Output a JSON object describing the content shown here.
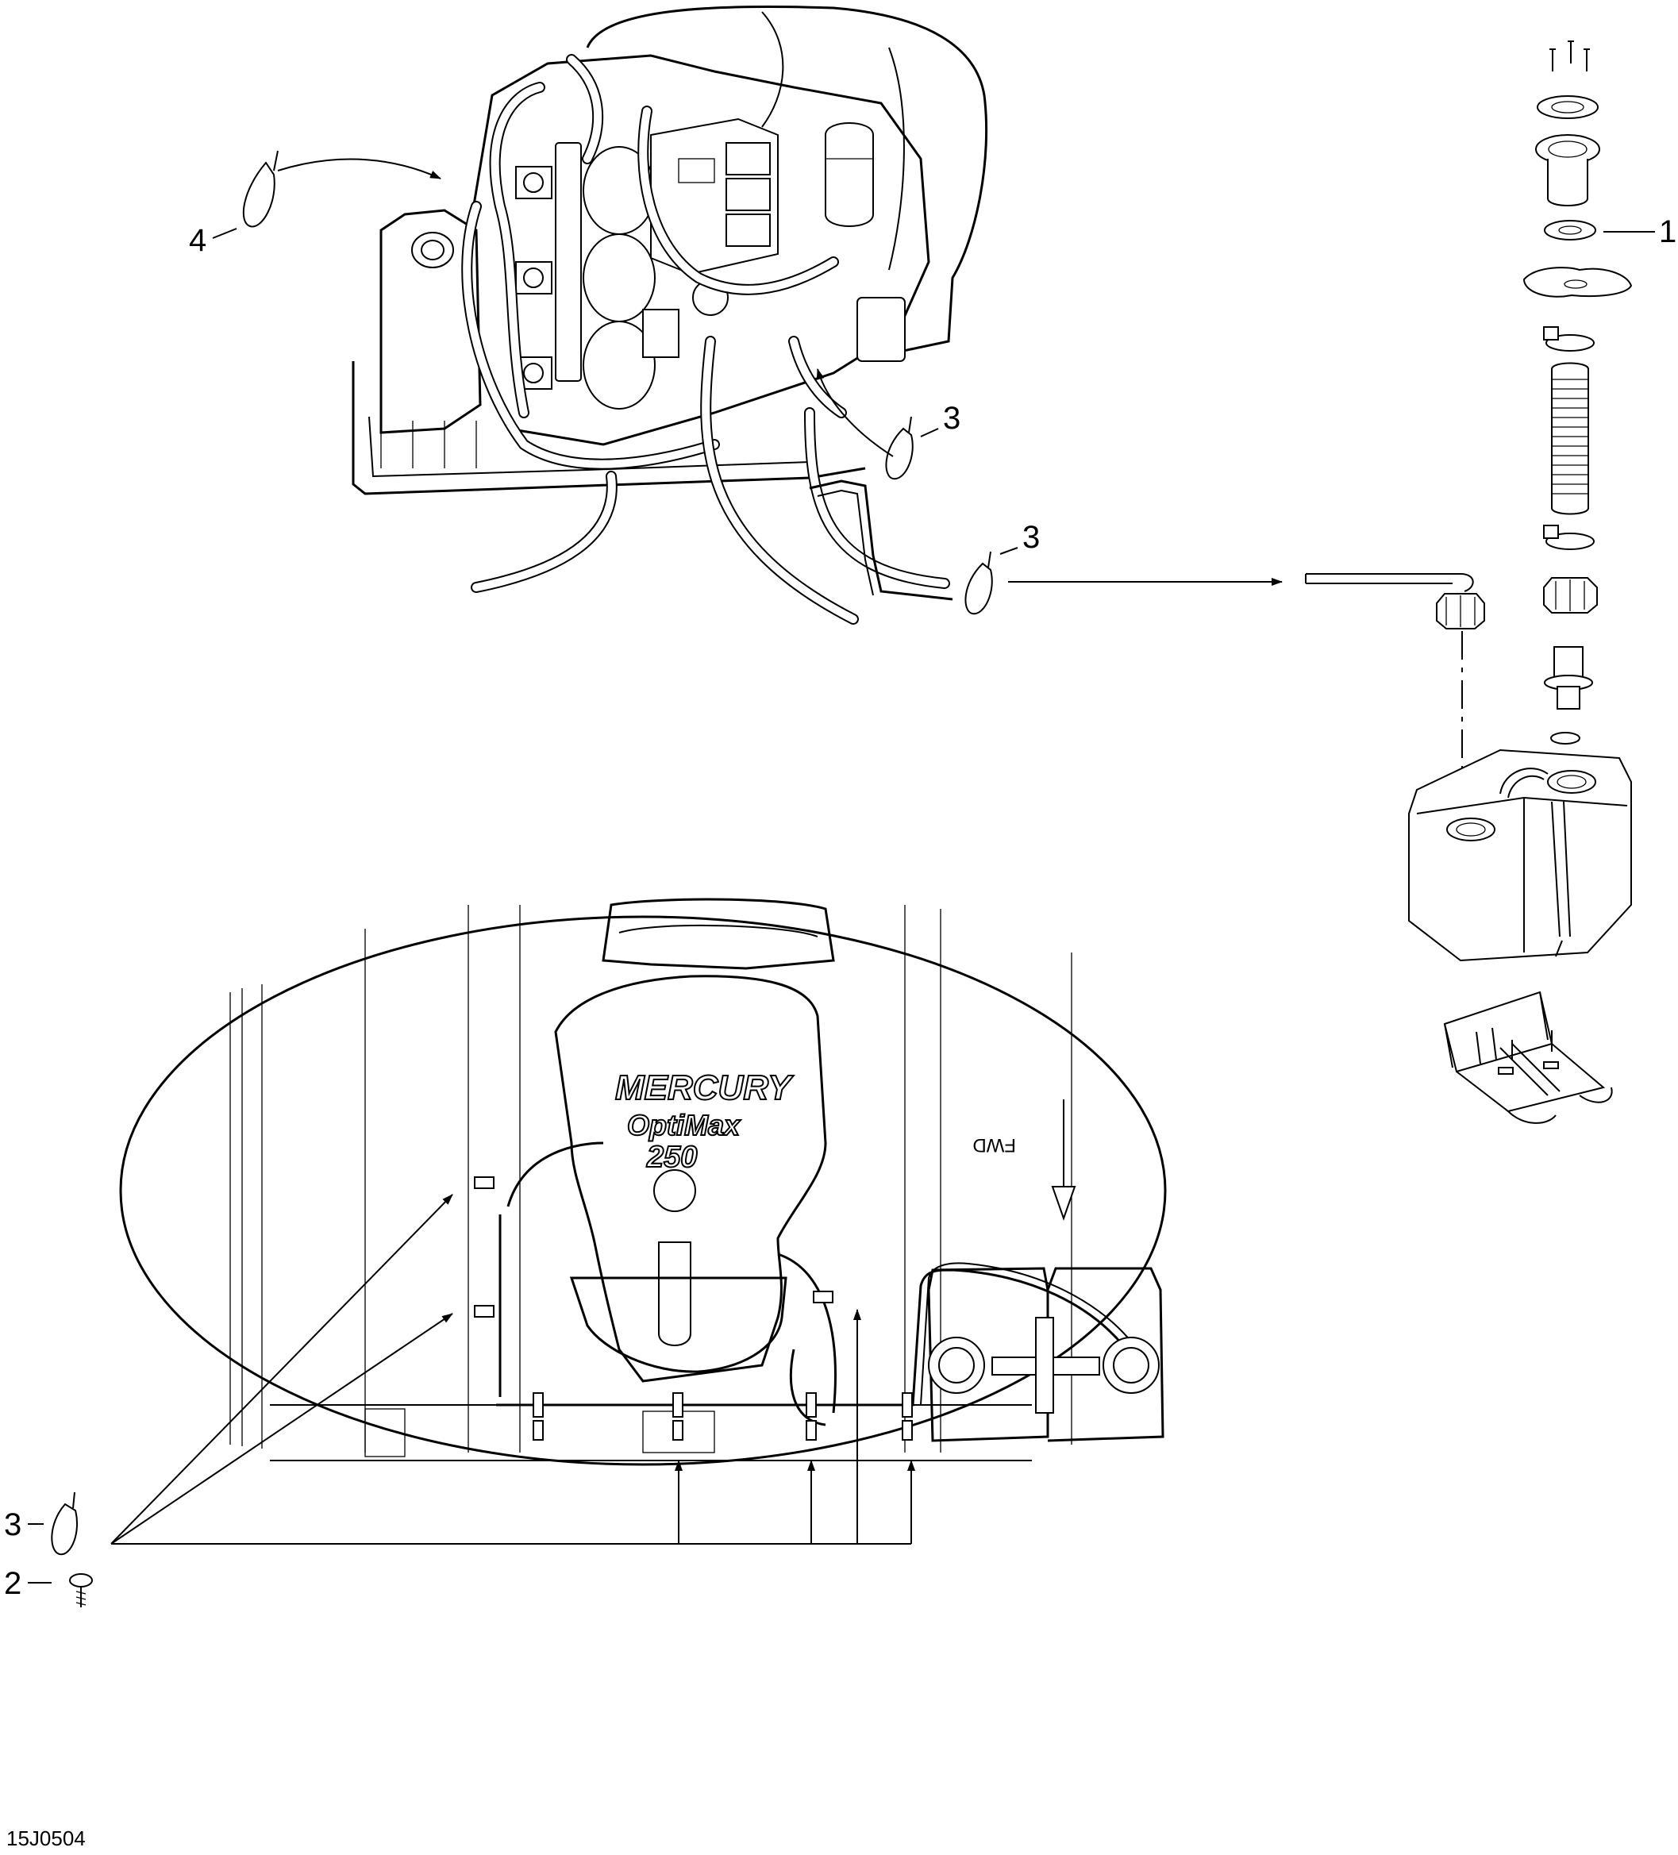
{
  "callouts": {
    "c1": "1",
    "c2": "2",
    "c3a": "3",
    "c3b": "3",
    "c3c": "3",
    "c4": "4"
  },
  "logo": {
    "brand": "MERCURY",
    "model": "OptiMax",
    "number": "250"
  },
  "direction_label": "FWD",
  "figure_code": "15J0504"
}
